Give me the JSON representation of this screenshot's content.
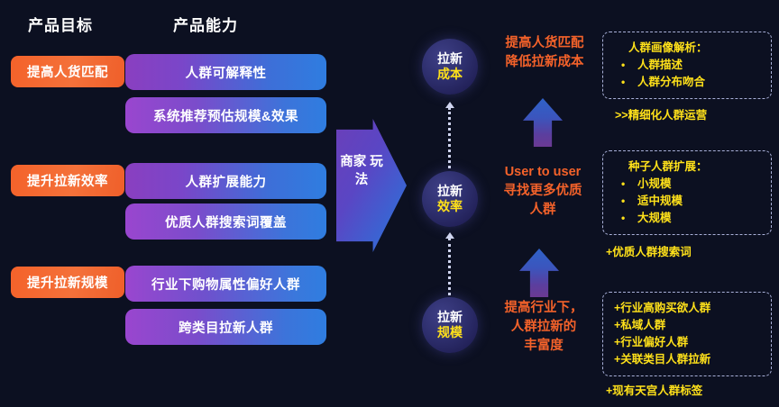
{
  "headers": {
    "goal": "产品目标",
    "capability": "产品能力"
  },
  "goals": [
    {
      "label": "提高人货匹配"
    },
    {
      "label": "提升拉新效率"
    },
    {
      "label": "提升拉新规模"
    }
  ],
  "capabilities": [
    {
      "label": "人群可解释性"
    },
    {
      "label": "系统推荐预估规模&效果"
    },
    {
      "label": "人群扩展能力"
    },
    {
      "label": "优质人群搜索词覆盖"
    },
    {
      "label": "行业下购物属性偏好人群"
    },
    {
      "label": "跨类目拉新人群"
    }
  ],
  "merchant_arrow": {
    "label": "商家\n玩法"
  },
  "stages": [
    {
      "line1": "拉新",
      "line2": "成本"
    },
    {
      "line1": "拉新",
      "line2": "效率"
    },
    {
      "line1": "拉新",
      "line2": "规模"
    }
  ],
  "callouts": [
    {
      "text": "提高人货匹配\n降低拉新成本"
    },
    {
      "text": "User to user\n寻找更多优质\n人群"
    },
    {
      "text": "提高行业下，\n人群拉新的\n丰富度"
    }
  ],
  "details": [
    {
      "title": "人群画像解析：",
      "bullets": [
        "人群描述",
        "人群分布吻合"
      ],
      "plain": []
    },
    {
      "title": "种子人群扩展：",
      "bullets": [
        "小规模",
        "适中规模",
        "大规模"
      ],
      "plain": []
    },
    {
      "title": "",
      "bullets": [],
      "plain": [
        "+行业高购买欲人群",
        "+私域人群",
        "+行业偏好人群",
        "+关联类目人群拉新"
      ]
    }
  ],
  "footnotes": [
    {
      "text": ">>精细化人群运营"
    },
    {
      "text": "+优质人群搜索词"
    },
    {
      "text": "+现有天宫人群标签"
    }
  ],
  "colors": {
    "background": "#0c1021",
    "goal_orange": "#f4622a",
    "highlight_yellow": "#ffe11a",
    "text_white": "#ffffff",
    "dashed_border": "#a9b0d8"
  }
}
